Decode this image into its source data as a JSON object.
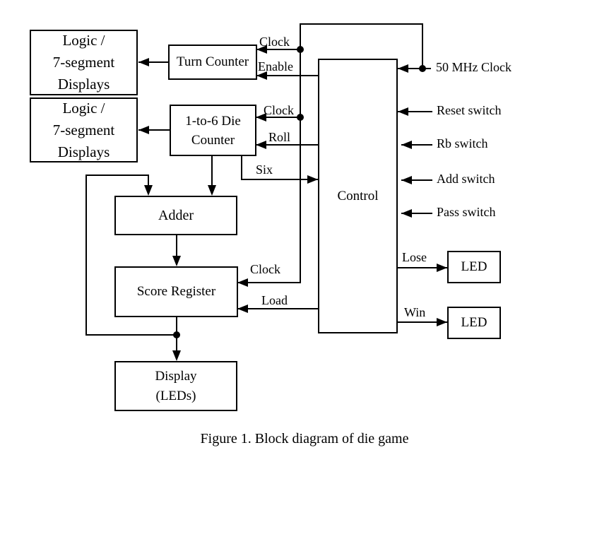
{
  "figure": {
    "caption": "Figure 1. Block diagram of die game"
  },
  "blocks": {
    "logic_display_1": {
      "lines": [
        "Logic /",
        "7-segment",
        "Displays"
      ]
    },
    "logic_display_2": {
      "lines": [
        "Logic /",
        "7-segment",
        "Displays"
      ]
    },
    "turn_counter": {
      "label": "Turn Counter"
    },
    "die_counter": {
      "lines": [
        "1-to-6 Die",
        "Counter"
      ]
    },
    "adder": {
      "label": "Adder"
    },
    "score_register": {
      "label": "Score Register"
    },
    "display_leds": {
      "lines": [
        "Display",
        "(LEDs)"
      ]
    },
    "control": {
      "label": "Control"
    },
    "led_lose": {
      "label": "LED"
    },
    "led_win": {
      "label": "LED"
    }
  },
  "signals": {
    "turn_clock": "Clock",
    "enable": "Enable",
    "die_clock": "Clock",
    "roll": "Roll",
    "six": "Six",
    "score_clock": "Clock",
    "load": "Load",
    "clock_50mhz": "50 MHz Clock",
    "reset_switch": "Reset switch",
    "rb_switch": "Rb switch",
    "add_switch": "Add switch",
    "pass_switch": "Pass switch",
    "lose": "Lose",
    "win": "Win"
  },
  "colors": {
    "line": "#000000",
    "background": "#ffffff"
  }
}
